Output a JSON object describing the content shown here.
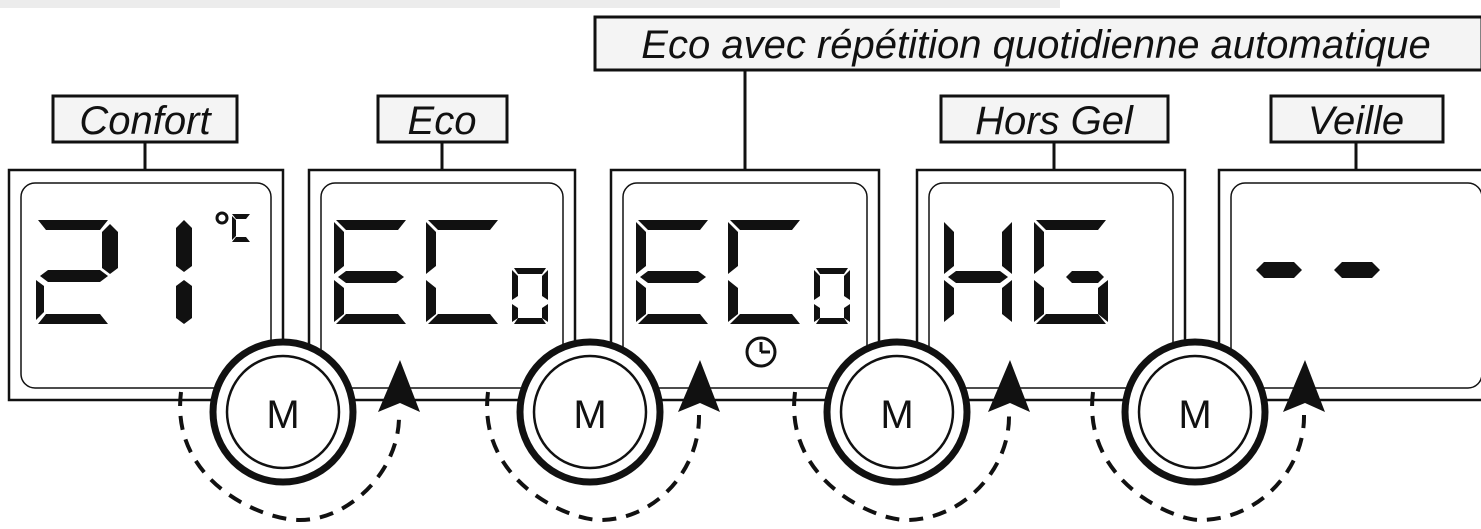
{
  "labels": {
    "confort": "Confort",
    "eco": "Eco",
    "eco_repeat": "Eco avec répétition quotidienne automatique",
    "hors_gel": "Hors Gel",
    "veille": "Veille"
  },
  "displays": {
    "confort": {
      "value": "21",
      "unit": "°C"
    },
    "eco": {
      "value": "ECo"
    },
    "eco_repeat": {
      "value": "ECo",
      "clock_icon": "clock-icon"
    },
    "hors_gel": {
      "value": "HG"
    },
    "veille": {
      "value": "--"
    }
  },
  "mode_button_label": "M",
  "colors": {
    "ink": "#111111",
    "background": "#ffffff"
  }
}
